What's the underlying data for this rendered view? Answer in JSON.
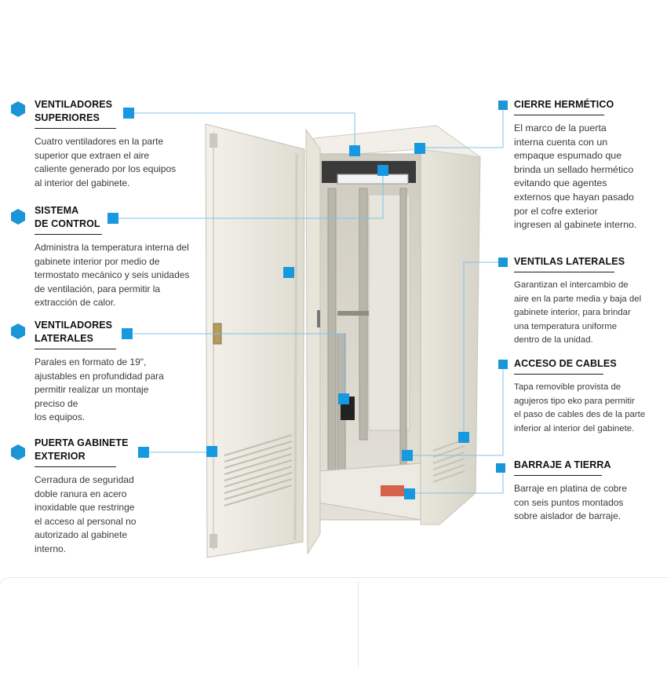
{
  "callouts_left": [
    {
      "title": "VENTILADORES\nSUPERIORES",
      "description": "Cuatro ventiladores en la parte\nsuperior que extraen el aire\ncaliente generado por los equipos\nal interior del gabinete."
    },
    {
      "title": "SISTEMA\nDE CONTROL",
      "description": "Administra la temperatura interna del\ngabinete interior por medio de\ntermostato mecánico y seis unidades\nde ventilación, para permitir la\nextracción de calor."
    },
    {
      "title": "VENTILADORES\nLATERALES",
      "description": "Parales en formato de 19\",\najustables en profundidad para\npermitir realizar un montaje\npreciso de\nlos equipos."
    },
    {
      "title": "PUERTA GABINETE\nEXTERIOR",
      "description": "Cerradura de seguridad\ndoble ranura en acero\ninoxidable que restringe\nel acceso al personal no\nautorizado al gabinete\ninterno."
    }
  ],
  "callouts_right": [
    {
      "title": "CIERRE HERMÉTICO",
      "description": "El marco de la puerta\ninterna cuenta con un\nempaque espumado que\nbrinda un sellado hermético\nevitando que agentes\nexternos que hayan pasado\npor el cofre exterior\ningresen al gabinete interno."
    },
    {
      "title": "VENTILAS LATERALES",
      "description": "Garantizan el intercambio de\naire en la parte media y baja del\ngabinete interior, para brindar\nuna temperatura uniforme\ndentro de la unidad."
    },
    {
      "title": "ACCESO DE CABLES",
      "description": "Tapa removible provista de\nagujeros tipo eko para permitir\nel paso de cables des de la parte\ninferior al interior del gabinete."
    },
    {
      "title": "BARRAJE A TIERRA",
      "description": "Barraje en platina de cobre\ncon seis puntos montados\nsobre aislador de barraje."
    }
  ],
  "colors": {
    "accent": "#1a95d6",
    "leader_line": "#7cc3ea",
    "cabinet_body": "#ece9de",
    "cabinet_interior": "#d7d4ca"
  },
  "icons": {
    "left_bullet": "hexagon-icon",
    "right_bullet": "square-icon"
  }
}
